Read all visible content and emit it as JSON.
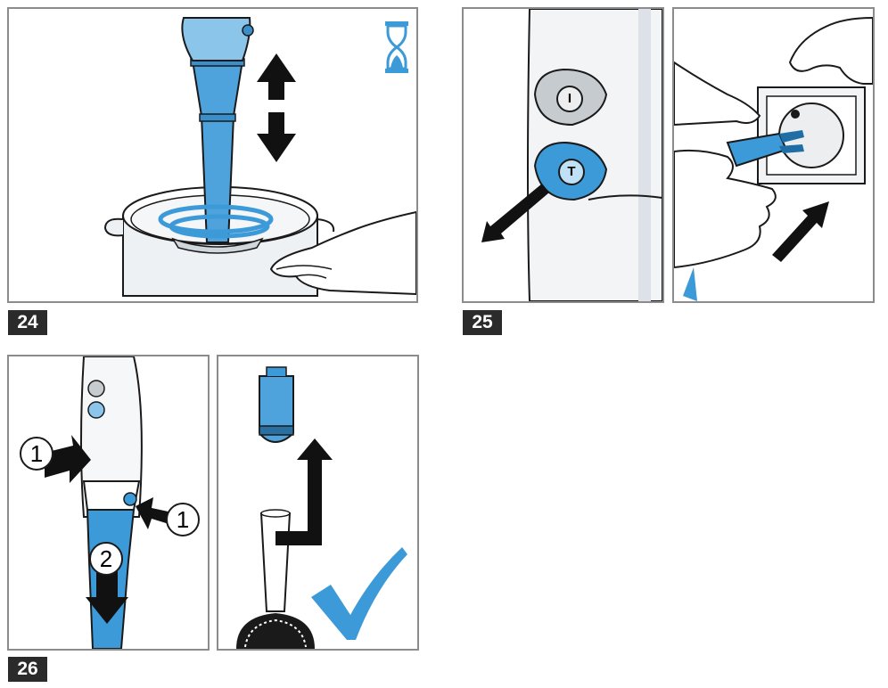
{
  "figures": [
    {
      "number": "24"
    },
    {
      "number": "25"
    },
    {
      "number": "26"
    }
  ],
  "callouts": {
    "step_one_left": "1",
    "step_one_right": "1",
    "step_two": "2"
  },
  "button_labels": {
    "on_button": "I",
    "turbo_button": "T"
  },
  "colors": {
    "accent_blue": "#3d9ad8",
    "light_blue": "#a9d3ef",
    "outline": "#1a1a1a",
    "frame": "#8c8c8c",
    "label_bg": "#2b2b2b"
  }
}
